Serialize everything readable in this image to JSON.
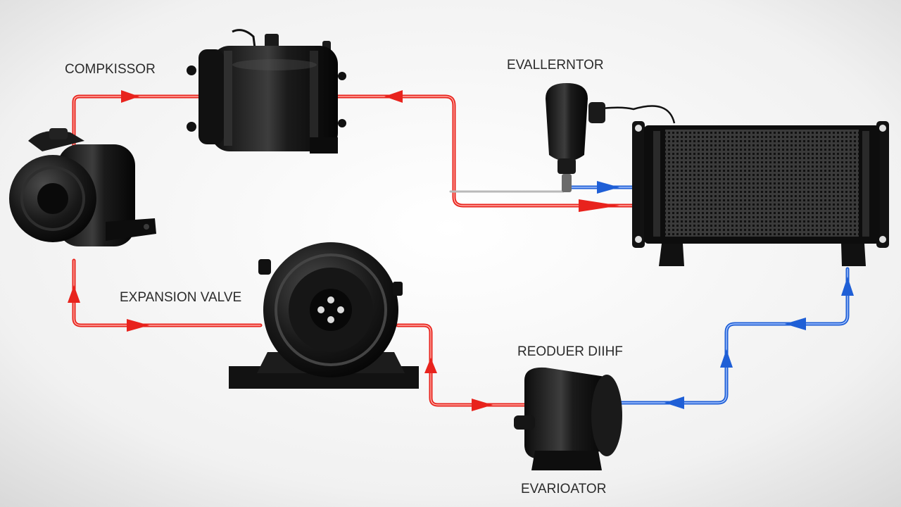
{
  "labels": {
    "compressor": "COMPKISSOR",
    "evaporator_top": "EVALLERNTOR",
    "expansion_valve": "EXPANSION VALVE",
    "receiver_drier": "REODUER DIIHF",
    "evaporator_bottom": "EVARIOATOR"
  },
  "colors": {
    "background_center": "#ffffff",
    "background_edge": "#d9d9d9",
    "hot_line": "#e8231d",
    "cold_line": "#1f5fd6",
    "component_body": "#141414",
    "component_highlight": "#4a4a4a"
  },
  "icons": [
    "compressor-icon",
    "pump-icon",
    "expansion-valve-icon",
    "sensor-valve-icon",
    "radiator-icon",
    "receiver-drier-icon"
  ]
}
